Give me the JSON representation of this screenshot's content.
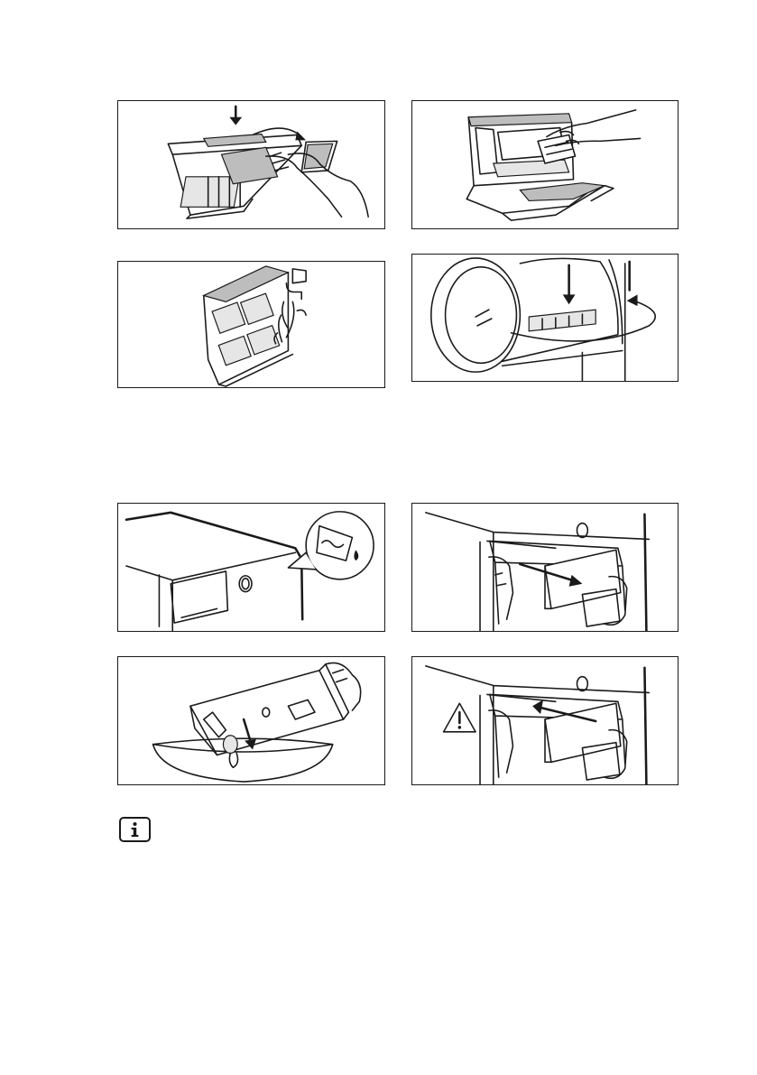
{
  "figures": [
    {
      "id": "filter-push-open",
      "icons": [
        "down-arrow-icon",
        "curved-arrow-icon",
        "hand-icon"
      ]
    },
    {
      "id": "filter-pull-insert",
      "icons": [
        "hand-icon"
      ]
    },
    {
      "id": "filter-rinse-tap",
      "icons": [
        "water-tap-icon"
      ]
    },
    {
      "id": "filter-reinsert-door",
      "icons": [
        "down-arrow-icon",
        "curved-arrow-icon"
      ]
    },
    {
      "id": "water-container-indicator",
      "icons": [
        "water-container-icon"
      ]
    },
    {
      "id": "container-pull-out",
      "icons": [
        "right-arrow-icon",
        "hand-icon"
      ]
    },
    {
      "id": "container-empty-bowl",
      "icons": [
        "down-arrow-icon",
        "hand-icon"
      ]
    },
    {
      "id": "container-push-in",
      "icons": [
        "left-arrow-icon",
        "warning-icon"
      ]
    }
  ],
  "note_icon": "info-icon"
}
